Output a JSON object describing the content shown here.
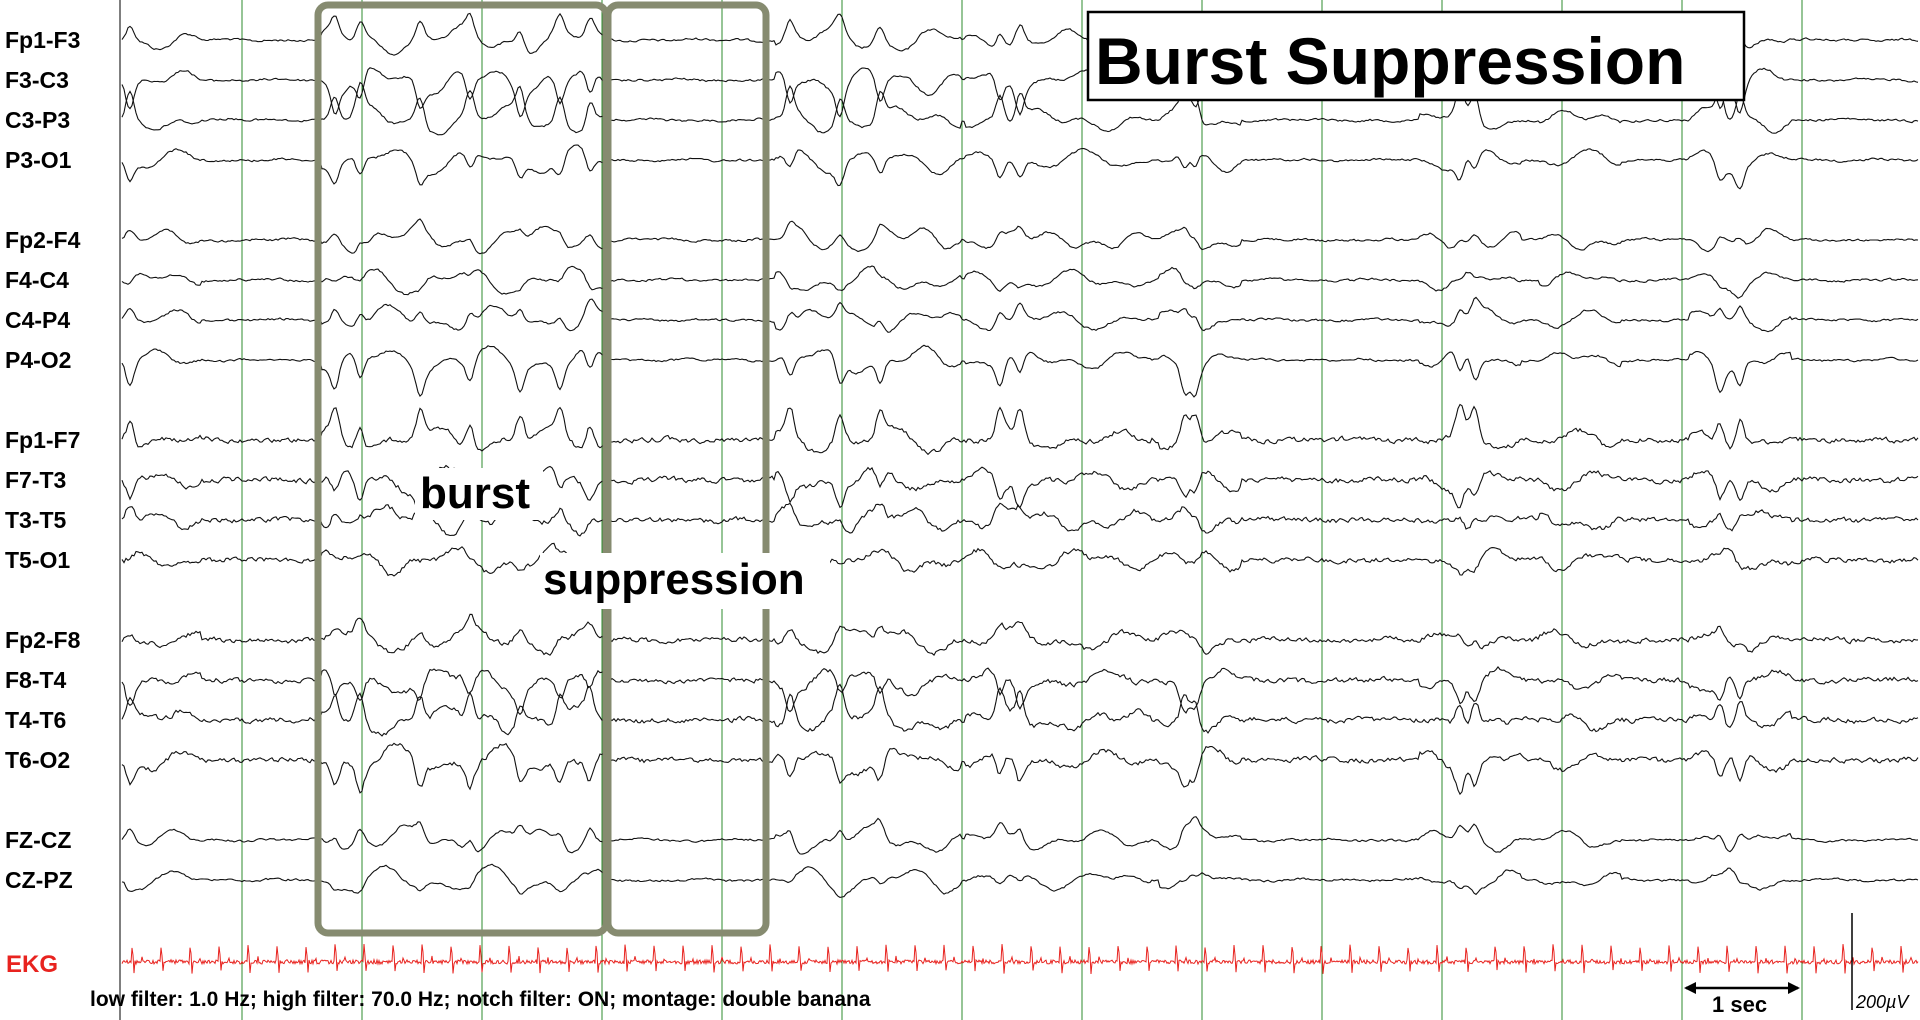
{
  "title": "Burst Suppression",
  "annotations": {
    "burst": "burst",
    "suppression": "suppression"
  },
  "channels": [
    {
      "label": "Fp1-F3",
      "group": 0
    },
    {
      "label": "F3-C3",
      "group": 0
    },
    {
      "label": "C3-P3",
      "group": 0
    },
    {
      "label": "P3-O1",
      "group": 0
    },
    {
      "label": "Fp2-F4",
      "group": 1
    },
    {
      "label": "F4-C4",
      "group": 1
    },
    {
      "label": "C4-P4",
      "group": 1
    },
    {
      "label": "P4-O2",
      "group": 1
    },
    {
      "label": "Fp1-F7",
      "group": 2
    },
    {
      "label": "F7-T3",
      "group": 2
    },
    {
      "label": "T3-T5",
      "group": 2
    },
    {
      "label": "T5-O1",
      "group": 2
    },
    {
      "label": "Fp2-F8",
      "group": 3
    },
    {
      "label": "F8-T4",
      "group": 3
    },
    {
      "label": "T4-T6",
      "group": 3
    },
    {
      "label": "T6-O2",
      "group": 3
    },
    {
      "label": "FZ-CZ",
      "group": 4
    },
    {
      "label": "CZ-PZ",
      "group": 4
    }
  ],
  "ekg": {
    "label": "EKG",
    "color": "#e8231f"
  },
  "footer": "low filter: 1.0 Hz; high filter: 70.0 Hz; notch filter: ON; montage: double banana",
  "scale": {
    "time_label": "1 sec",
    "amplitude_label": "200µV"
  },
  "colors": {
    "trace": "#111111",
    "gridline": "#2e8b2e",
    "box": "#868b70",
    "label": "#000000",
    "ekg_label": "#e8231f"
  }
}
